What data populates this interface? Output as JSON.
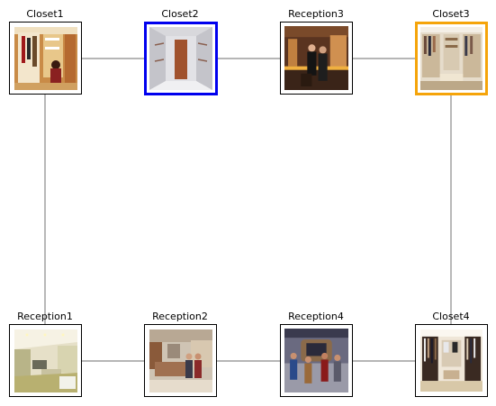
{
  "nodes": {
    "closet1": {
      "label": "Closet1"
    },
    "closet2": {
      "label": "Closet2"
    },
    "reception3": {
      "label": "Reception3"
    },
    "closet3": {
      "label": "Closet3"
    },
    "reception1": {
      "label": "Reception1"
    },
    "reception2": {
      "label": "Reception2"
    },
    "reception4": {
      "label": "Reception4"
    },
    "closet4": {
      "label": "Closet4"
    }
  },
  "colors": {
    "selected_primary": "#0000ee",
    "selected_secondary": "#f5a40a",
    "edge": "#8a8a8a"
  }
}
